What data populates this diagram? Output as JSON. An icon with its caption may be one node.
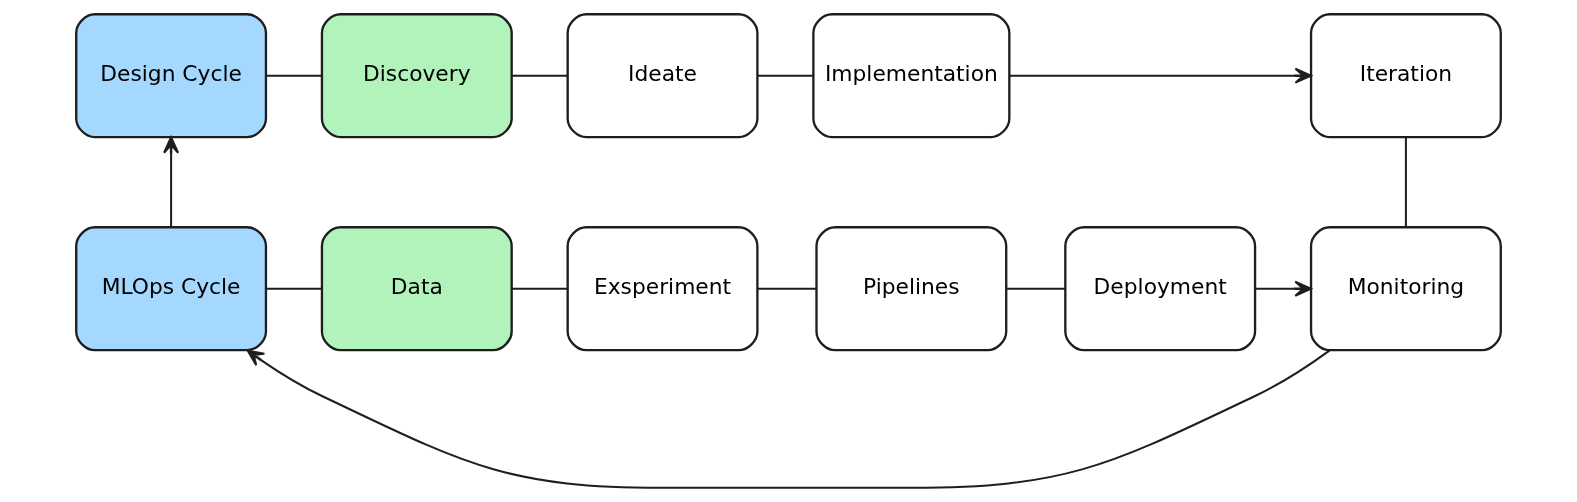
{
  "diagram": {
    "nodes": [
      {
        "text": [
          "Design Cycle"
        ]
      },
      {
        "text": [
          "Discovery"
        ]
      },
      {
        "text": [
          "Ideate"
        ]
      },
      {
        "text": [
          "Implementation"
        ]
      },
      {
        "text": [
          "Iteration"
        ]
      },
      {
        "text": [
          "MLOps Cycle"
        ]
      },
      {
        "text": [
          "Data"
        ]
      },
      {
        "text": [
          "Exsperiment"
        ]
      },
      {
        "text": [
          "Pipelines"
        ]
      },
      {
        "text": [
          "Deployment"
        ]
      },
      {
        "text": [
          "Monitoring"
        ]
      }
    ],
    "edges": [
      {
        "from": 0,
        "to": 1,
        "arrow": "none"
      },
      {
        "from": 1,
        "to": 2,
        "arrow": "none"
      },
      {
        "from": 2,
        "to": 3,
        "arrow": "none"
      },
      {
        "from": 3,
        "to": 4,
        "arrow": "to"
      },
      {
        "from": 5,
        "to": 0,
        "arrow": "to"
      },
      {
        "from": 5,
        "to": 6,
        "arrow": "none"
      },
      {
        "from": 6,
        "to": 7,
        "arrow": "none"
      },
      {
        "from": 7,
        "to": 8,
        "arrow": "none"
      },
      {
        "from": 8,
        "to": 9,
        "arrow": "none"
      },
      {
        "from": 9,
        "to": 10,
        "arrow": "to"
      },
      {
        "from": 4,
        "to": 10,
        "arrow": "none"
      },
      {
        "from": 10,
        "to": 5,
        "arrow": "to"
      }
    ]
  }
}
